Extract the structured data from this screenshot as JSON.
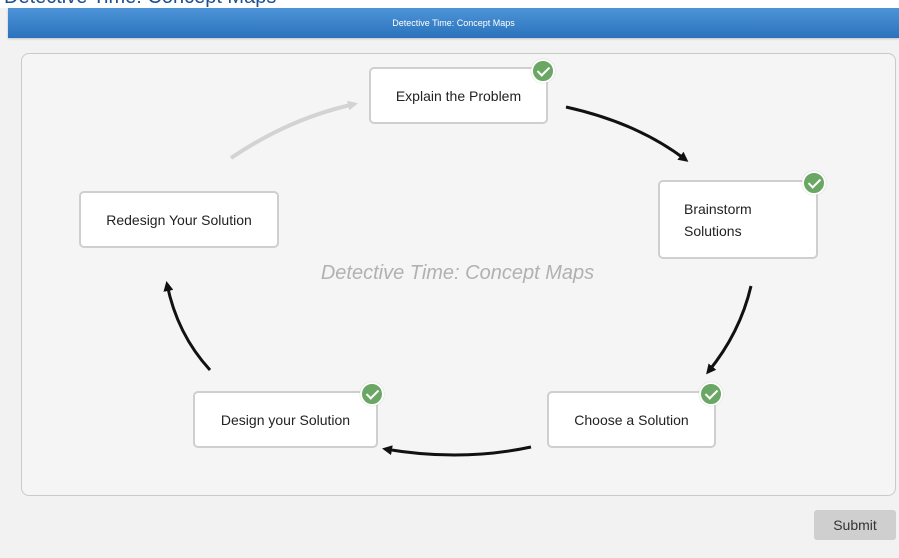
{
  "top_strip_text": "Detective Time: Concept Maps",
  "header": {
    "title": "Detective Time: Concept Maps"
  },
  "map": {
    "center_title": "Detective Time: Concept Maps",
    "nodes": [
      {
        "label": "Explain the Problem",
        "checked": true
      },
      {
        "label": "Brainstorm Solutions",
        "checked": true
      },
      {
        "label": "Choose a Solution",
        "checked": true
      },
      {
        "label": "Design your Solution",
        "checked": true
      },
      {
        "label": "Redesign Your Solution",
        "checked": false
      }
    ],
    "colors": {
      "arrow_active": "#111111",
      "arrow_inactive": "#d3d3d3",
      "check": "#6aa764"
    }
  },
  "footer": {
    "submit_label": "Submit"
  }
}
